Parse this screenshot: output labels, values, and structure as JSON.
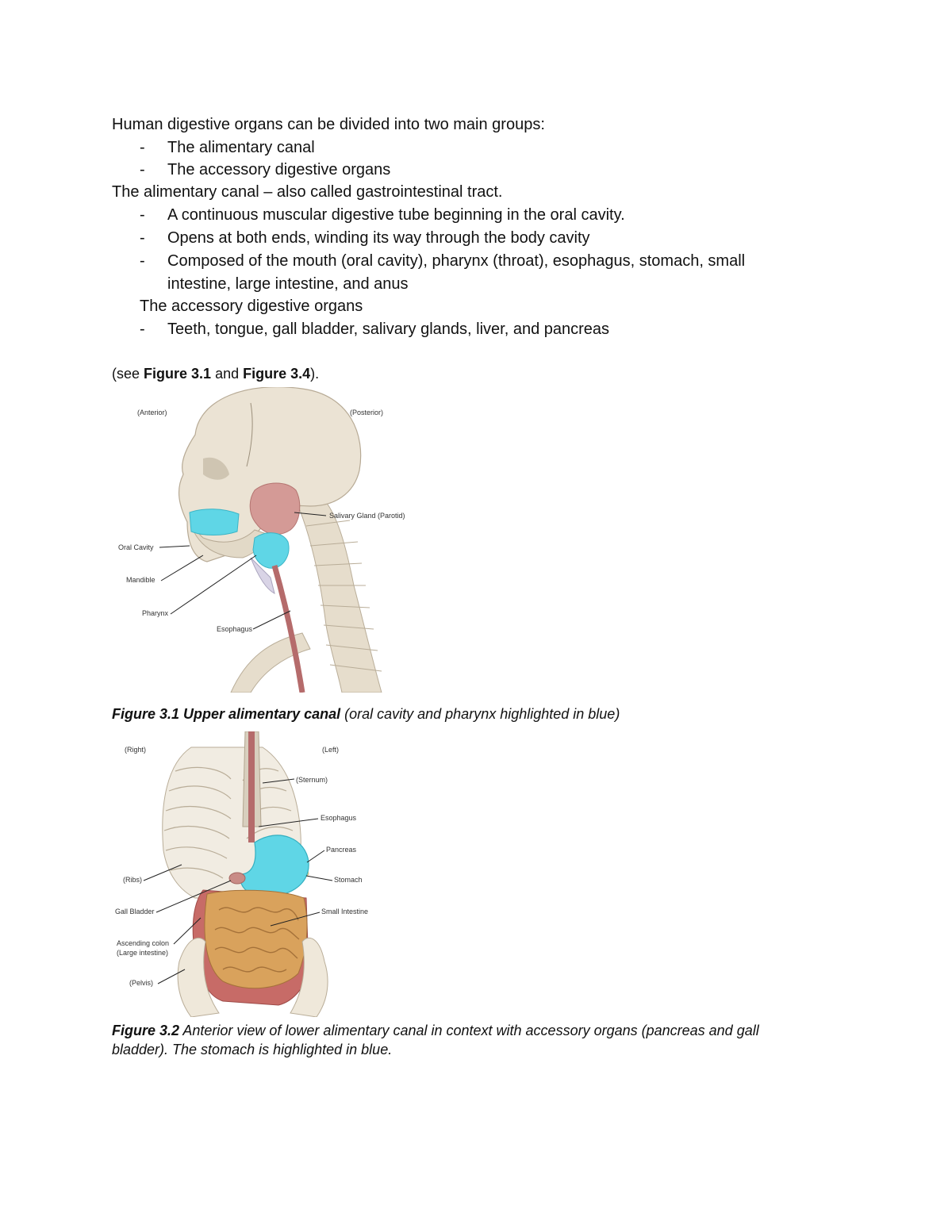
{
  "intro": "Human digestive organs can be divided into two main groups:",
  "groups": [
    "The alimentary canal",
    "The accessory digestive organs"
  ],
  "canal_heading": "The alimentary canal – also called gastrointestinal tract.",
  "canal_points": [
    "A continuous muscular digestive tube beginning in the oral cavity.",
    "Opens at both ends, winding its way through the body cavity",
    "Composed of the mouth (oral cavity), pharynx (throat), esophagus, stomach, small",
    "intestine, large intestine, and anus"
  ],
  "accessory_heading": "The accessory digestive organs",
  "accessory_points": [
    "Teeth, tongue, gall bladder, salivary glands, liver, and pancreas"
  ],
  "dash": "-",
  "see_ref": {
    "pre": "(see ",
    "fig1": "Figure 3.1",
    "mid": " and ",
    "fig2": "Figure 3.4",
    "post": ")."
  },
  "figure1": {
    "labels": {
      "anterior": "(Anterior)",
      "posterior": "(Posterior)",
      "salivary": "Salivary Gland (Parotid)",
      "oral": "Oral Cavity",
      "mandible": "Mandible",
      "pharynx": "Pharynx",
      "esophagus": "Esophagus"
    },
    "caption_bold": "Figure 3.1 Upper alimentary canal",
    "caption_rest": " (oral cavity and pharynx highlighted in blue)"
  },
  "figure2": {
    "labels": {
      "right": "(Right)",
      "left": "(Left)",
      "sternum": "(Sternum)",
      "esophagus": "Esophagus",
      "pancreas": "Pancreas",
      "ribs": "(Ribs)",
      "stomach": "Stomach",
      "gall": "Gall Bladder",
      "small": "Small Intestine",
      "colon1": "Ascending colon",
      "colon2": "(Large intestine)",
      "pelvis": "(Pelvis)"
    },
    "caption_bold": "Figure 3.2",
    "caption_line1": " Anterior view of lower alimentary canal in context with accessory organs (pancreas and gall",
    "caption_line2": "bladder). The stomach is highlighted in blue."
  },
  "colors": {
    "highlight": "#5fd6e6",
    "bone": "#e9e1d2",
    "gland": "#d49a96",
    "intestine": "#d9a25c"
  }
}
